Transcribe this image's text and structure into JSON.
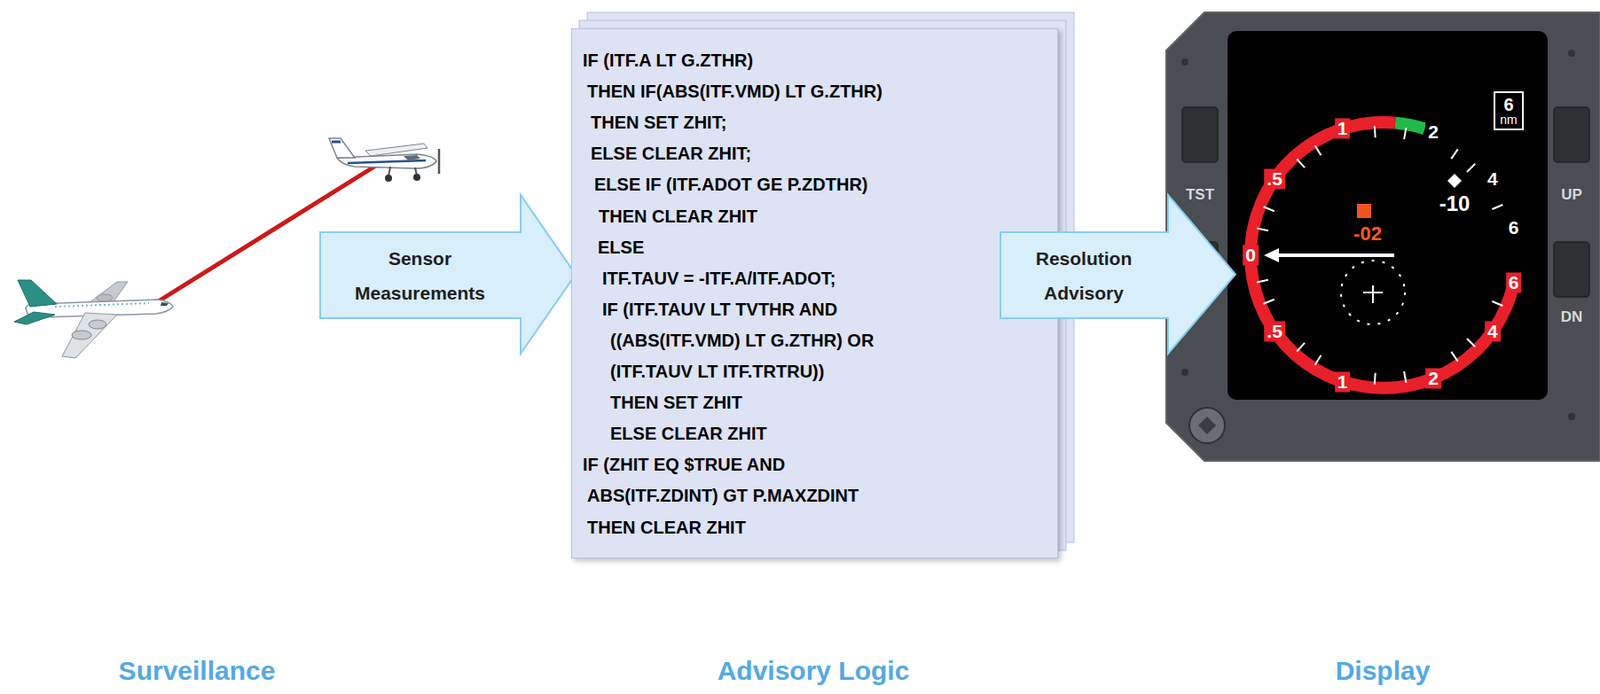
{
  "diagram": {
    "nodes": [
      {
        "text": [
          "Sensor Measurements"
        ]
      },
      {
        "text": [
          "IF (ITF.A LT G.ZTHR)",
          "THEN IF(ABS(ITF.VMD) LT G.ZTHR)",
          "THEN SET ZHIT;",
          "ELSE CLEAR ZHIT;",
          "ELSE IF (ITF.ADOT GE P.ZDTHR)",
          "THEN CLEAR ZHIT",
          "ELSE",
          "ITF.TAUV = -ITF.A/ITF.ADOT;",
          "IF (ITF.TAUV LT TVTHR AND",
          "((ABS(ITF.VMD) LT G.ZTHR) OR",
          "(ITF.TAUV LT ITF.TRTRU))",
          "THEN SET ZHIT",
          "ELSE CLEAR ZHIT",
          "IF (ZHIT EQ $TRUE AND",
          "ABS(ITF.ZDINT) GT P.MAXZDINT",
          "THEN CLEAR ZHIT"
        ]
      },
      {
        "text": [
          "Resolution Advisory"
        ]
      },
      {
        "text": [
          "6",
          "nm"
        ]
      }
    ],
    "labels": [
      "Surveillance",
      "Advisory Logic",
      "Display",
      "TST",
      "UP",
      "DN",
      "0",
      ".5",
      "1",
      "2",
      "4",
      "6",
      ".5",
      "1",
      "2",
      "4",
      "6",
      "-10",
      "-02"
    ]
  }
}
